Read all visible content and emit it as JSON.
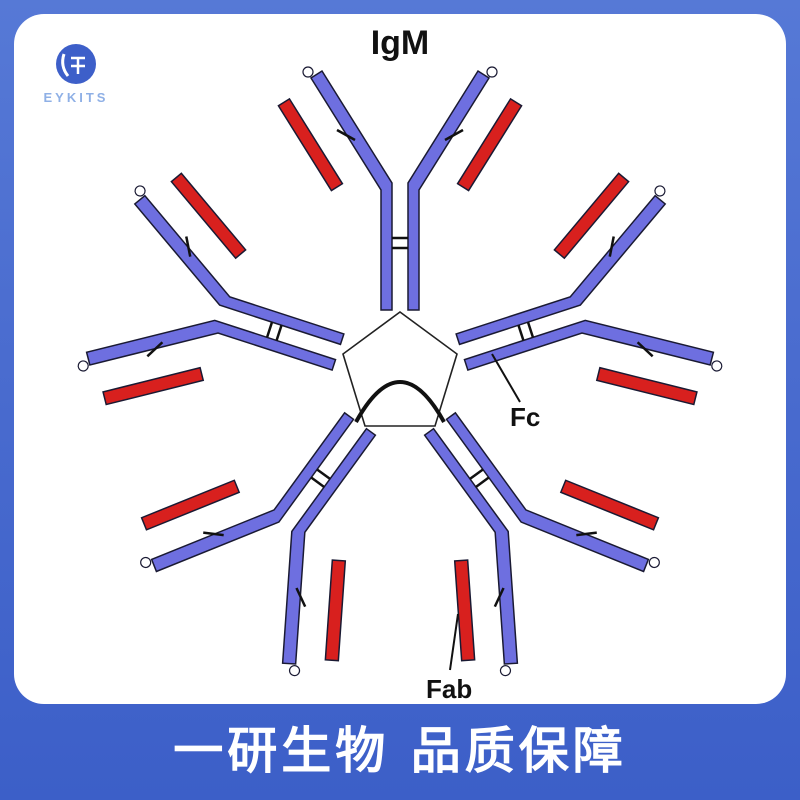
{
  "brand": {
    "logo_text": "EYKITS"
  },
  "diagram": {
    "title": "IgM",
    "labels": {
      "fc": "Fc",
      "fab": "Fab"
    }
  },
  "colors": {
    "heavy_chain": "#6e6fe0",
    "light_chain": "#d8201e",
    "outline": "#1a1a33",
    "footer_bg": "#4a6ccf"
  },
  "footer": {
    "slogan": "一研生物 品质保障"
  }
}
